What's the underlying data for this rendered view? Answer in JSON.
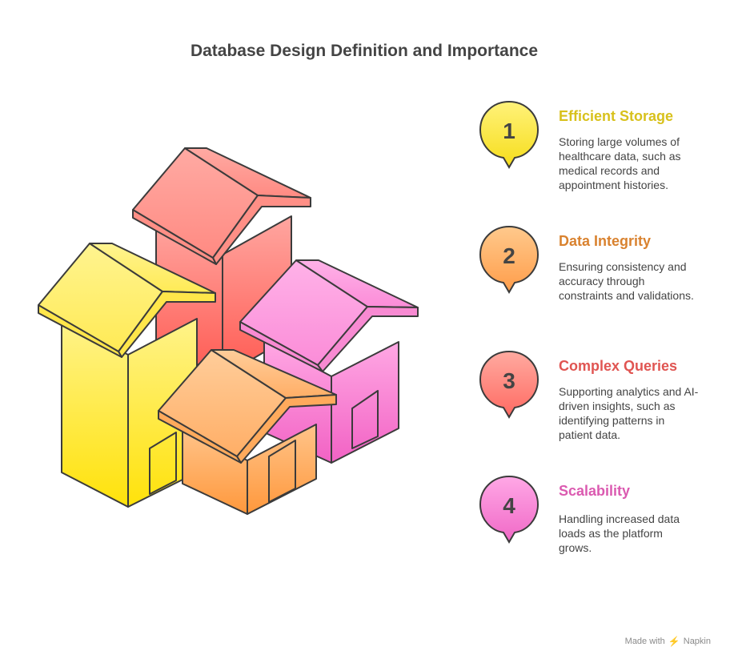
{
  "title": "Database Design Definition and Importance",
  "items": [
    {
      "number": "1",
      "title": "Efficient Storage",
      "description": "Storing large volumes of healthcare data, such as medical records and appointment histories.",
      "color": "#d8c11c",
      "marker_top": "#fff27a",
      "marker_bottom": "#f6dd1a"
    },
    {
      "number": "2",
      "title": "Data Integrity",
      "description": "Ensuring consistency and accuracy through constraints and validations.",
      "color": "#d9822f",
      "marker_top": "#ffc98c",
      "marker_bottom": "#ff9d4a"
    },
    {
      "number": "3",
      "title": "Complex Queries",
      "description": "Supporting analytics and AI-driven insights, such as identifying patterns in patient data.",
      "color": "#e05552",
      "marker_top": "#ffaaa0",
      "marker_bottom": "#ff6a62"
    },
    {
      "number": "4",
      "title": "Scalability",
      "description": "Handling increased data loads as the platform grows.",
      "color": "#db5ab0",
      "marker_top": "#ffa8e6",
      "marker_bottom": "#f068c6"
    }
  ],
  "footer": {
    "made_with": "Made with",
    "brand": "Napkin",
    "icon": "napkin-logo-icon"
  }
}
